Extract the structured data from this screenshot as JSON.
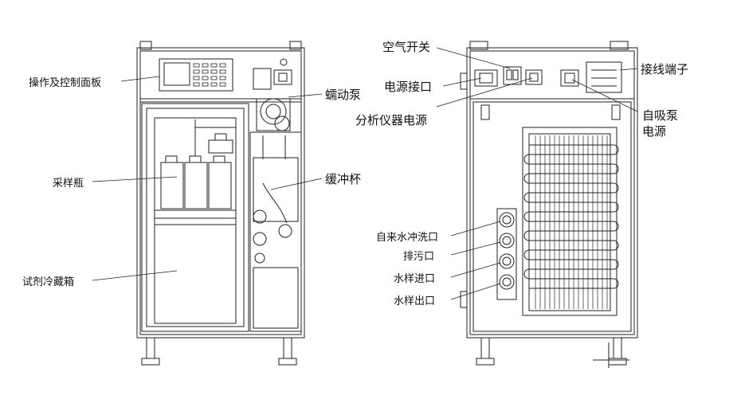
{
  "labels": {
    "control_panel": "操作及控制面板",
    "peristaltic_pump": "蠕动泵",
    "sample_bottle": "采样瓶",
    "buffer_cup": "缓冲杯",
    "reagent_fridge": "试剂冷藏箱",
    "air_switch": "空气开关",
    "power_port": "电源接口",
    "analyzer_power": "分析仪器电源",
    "terminal_block": "接线端子",
    "self_priming_pump_1": "自吸泵",
    "self_priming_pump_2": "电源",
    "flush_port": "自来水冲洗口",
    "drain_port": "排污口",
    "sample_inlet": "水样进口",
    "sample_outlet": "水样出口"
  }
}
